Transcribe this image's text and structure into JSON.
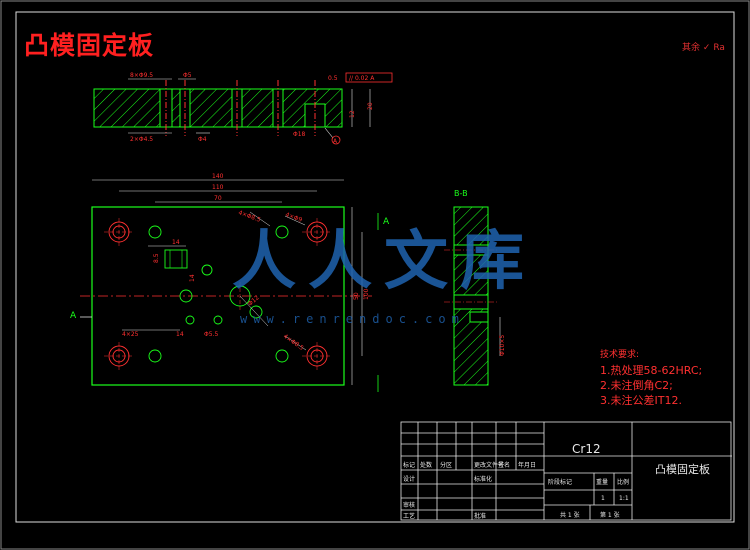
{
  "drawing": {
    "title": "凸模固定板",
    "roughness_note": "其余",
    "roughness_value": "Ra",
    "material": "Cr12",
    "part_name": "凸模固定板",
    "section_label": "B-B",
    "view_arrow_a": "A",
    "view_arrow_b": "A"
  },
  "dimensions": {
    "top_left_1": "8×Φ9.5",
    "top_left_2": "Φ5",
    "top_bottom_1": "2×Φ4.5",
    "top_bottom_2": "Φ4",
    "top_right_1": "0.5",
    "flatness": "// 0.02 A",
    "height": "20",
    "sub_height": "12",
    "right_c": "Φ18",
    "datum": "A",
    "overall_width": "140",
    "inner_width": "110",
    "bolt_span": "70",
    "ann_1": "4×Φ8.5",
    "ann_2": "4×Φ9",
    "ann_3": "4×Φ8.5",
    "left_1": "14",
    "left_2": "8.5",
    "left_3": "4×25",
    "center_1": "Φ12",
    "center_2": "Φ5.5",
    "center_3": "14",
    "right_1": "50",
    "right_2": "100",
    "bb_dim": "Φ10×5"
  },
  "tech_requirements": {
    "heading": "技术要求:",
    "line1": "1.热处理58-62HRC;",
    "line2": "2.未注倒角C2;",
    "line3": "3.未注公差IT12."
  },
  "title_block": {
    "r1": "标记",
    "r2": "处数",
    "r3": "分区",
    "r4": "更改文件号",
    "r5": "签名",
    "r6": "年月日",
    "design": "设计",
    "standard": "标准化",
    "review": "审核",
    "process": "工艺",
    "approve": "批准",
    "stage": "阶段标记",
    "weight": "重量",
    "scale": "比例",
    "qty": "1",
    "ratio": "1:1",
    "sheet_total": "共 1 张",
    "sheet_no": "第 1 张"
  },
  "watermark": {
    "text": "人人文库",
    "url": "www.renrendoc.com"
  }
}
